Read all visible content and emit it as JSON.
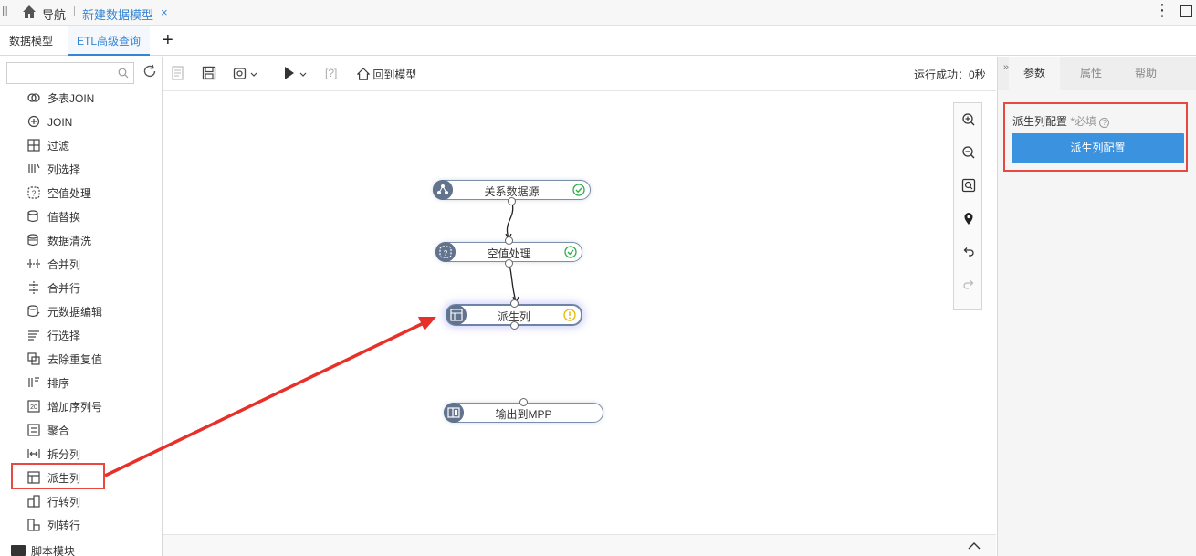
{
  "topbar": {
    "nav_label": "导航",
    "tab_title": "新建数据模型",
    "close_glyph": "×",
    "more_glyph": "⋮"
  },
  "tabs": [
    {
      "label": "数据模型",
      "active": false
    },
    {
      "label": "ETL高级查询",
      "active": true
    }
  ],
  "add_tab_glyph": "+",
  "sidebar": {
    "search_placeholder": "",
    "operators": [
      {
        "label": "多表JOIN",
        "icon": "multi-join-icon"
      },
      {
        "label": "JOIN",
        "icon": "join-icon"
      },
      {
        "label": "过滤",
        "icon": "filter-icon"
      },
      {
        "label": "列选择",
        "icon": "column-select-icon"
      },
      {
        "label": "空值处理",
        "icon": "null-handling-icon"
      },
      {
        "label": "值替换",
        "icon": "value-replace-icon"
      },
      {
        "label": "数据清洗",
        "icon": "data-cleaning-icon"
      },
      {
        "label": "合并列",
        "icon": "merge-column-icon"
      },
      {
        "label": "合并行",
        "icon": "merge-row-icon"
      },
      {
        "label": "元数据编辑",
        "icon": "metadata-edit-icon"
      },
      {
        "label": "行选择",
        "icon": "row-select-icon"
      },
      {
        "label": "去除重复值",
        "icon": "dedupe-icon"
      },
      {
        "label": "排序",
        "icon": "sort-icon"
      },
      {
        "label": "增加序列号",
        "icon": "add-sequence-icon"
      },
      {
        "label": "聚合",
        "icon": "aggregate-icon"
      },
      {
        "label": "拆分列",
        "icon": "split-column-icon"
      },
      {
        "label": "派生列",
        "icon": "derived-column-icon"
      },
      {
        "label": "行转列",
        "icon": "row-to-column-icon"
      },
      {
        "label": "列转行",
        "icon": "column-to-row-icon"
      }
    ],
    "folder_label": "脚本模块"
  },
  "toolbar": {
    "back_label": "回到模型",
    "bracket_label": "[?]",
    "run_status": "运行成功：0秒"
  },
  "canvas": {
    "nodes": [
      {
        "label": "关系数据源",
        "status": "success",
        "icon": "datasource-icon"
      },
      {
        "label": "空值处理",
        "status": "success",
        "icon": "null-handling-icon"
      },
      {
        "label": "派生列",
        "status": "warning",
        "icon": "derived-column-icon"
      },
      {
        "label": "输出到MPP",
        "status": "none",
        "icon": "output-icon"
      }
    ]
  },
  "right_panel": {
    "tabs": [
      "参数",
      "属性",
      "帮助"
    ],
    "active_tab": "参数",
    "config_label": "派生列配置",
    "required_note": "*必填",
    "help_glyph": "?",
    "config_button": "派生列配置"
  },
  "colors": {
    "accent": "#3685d4",
    "button": "#3b93e0",
    "annotation": "#e8483f",
    "success": "#2fae4a",
    "warning": "#e6b800"
  }
}
